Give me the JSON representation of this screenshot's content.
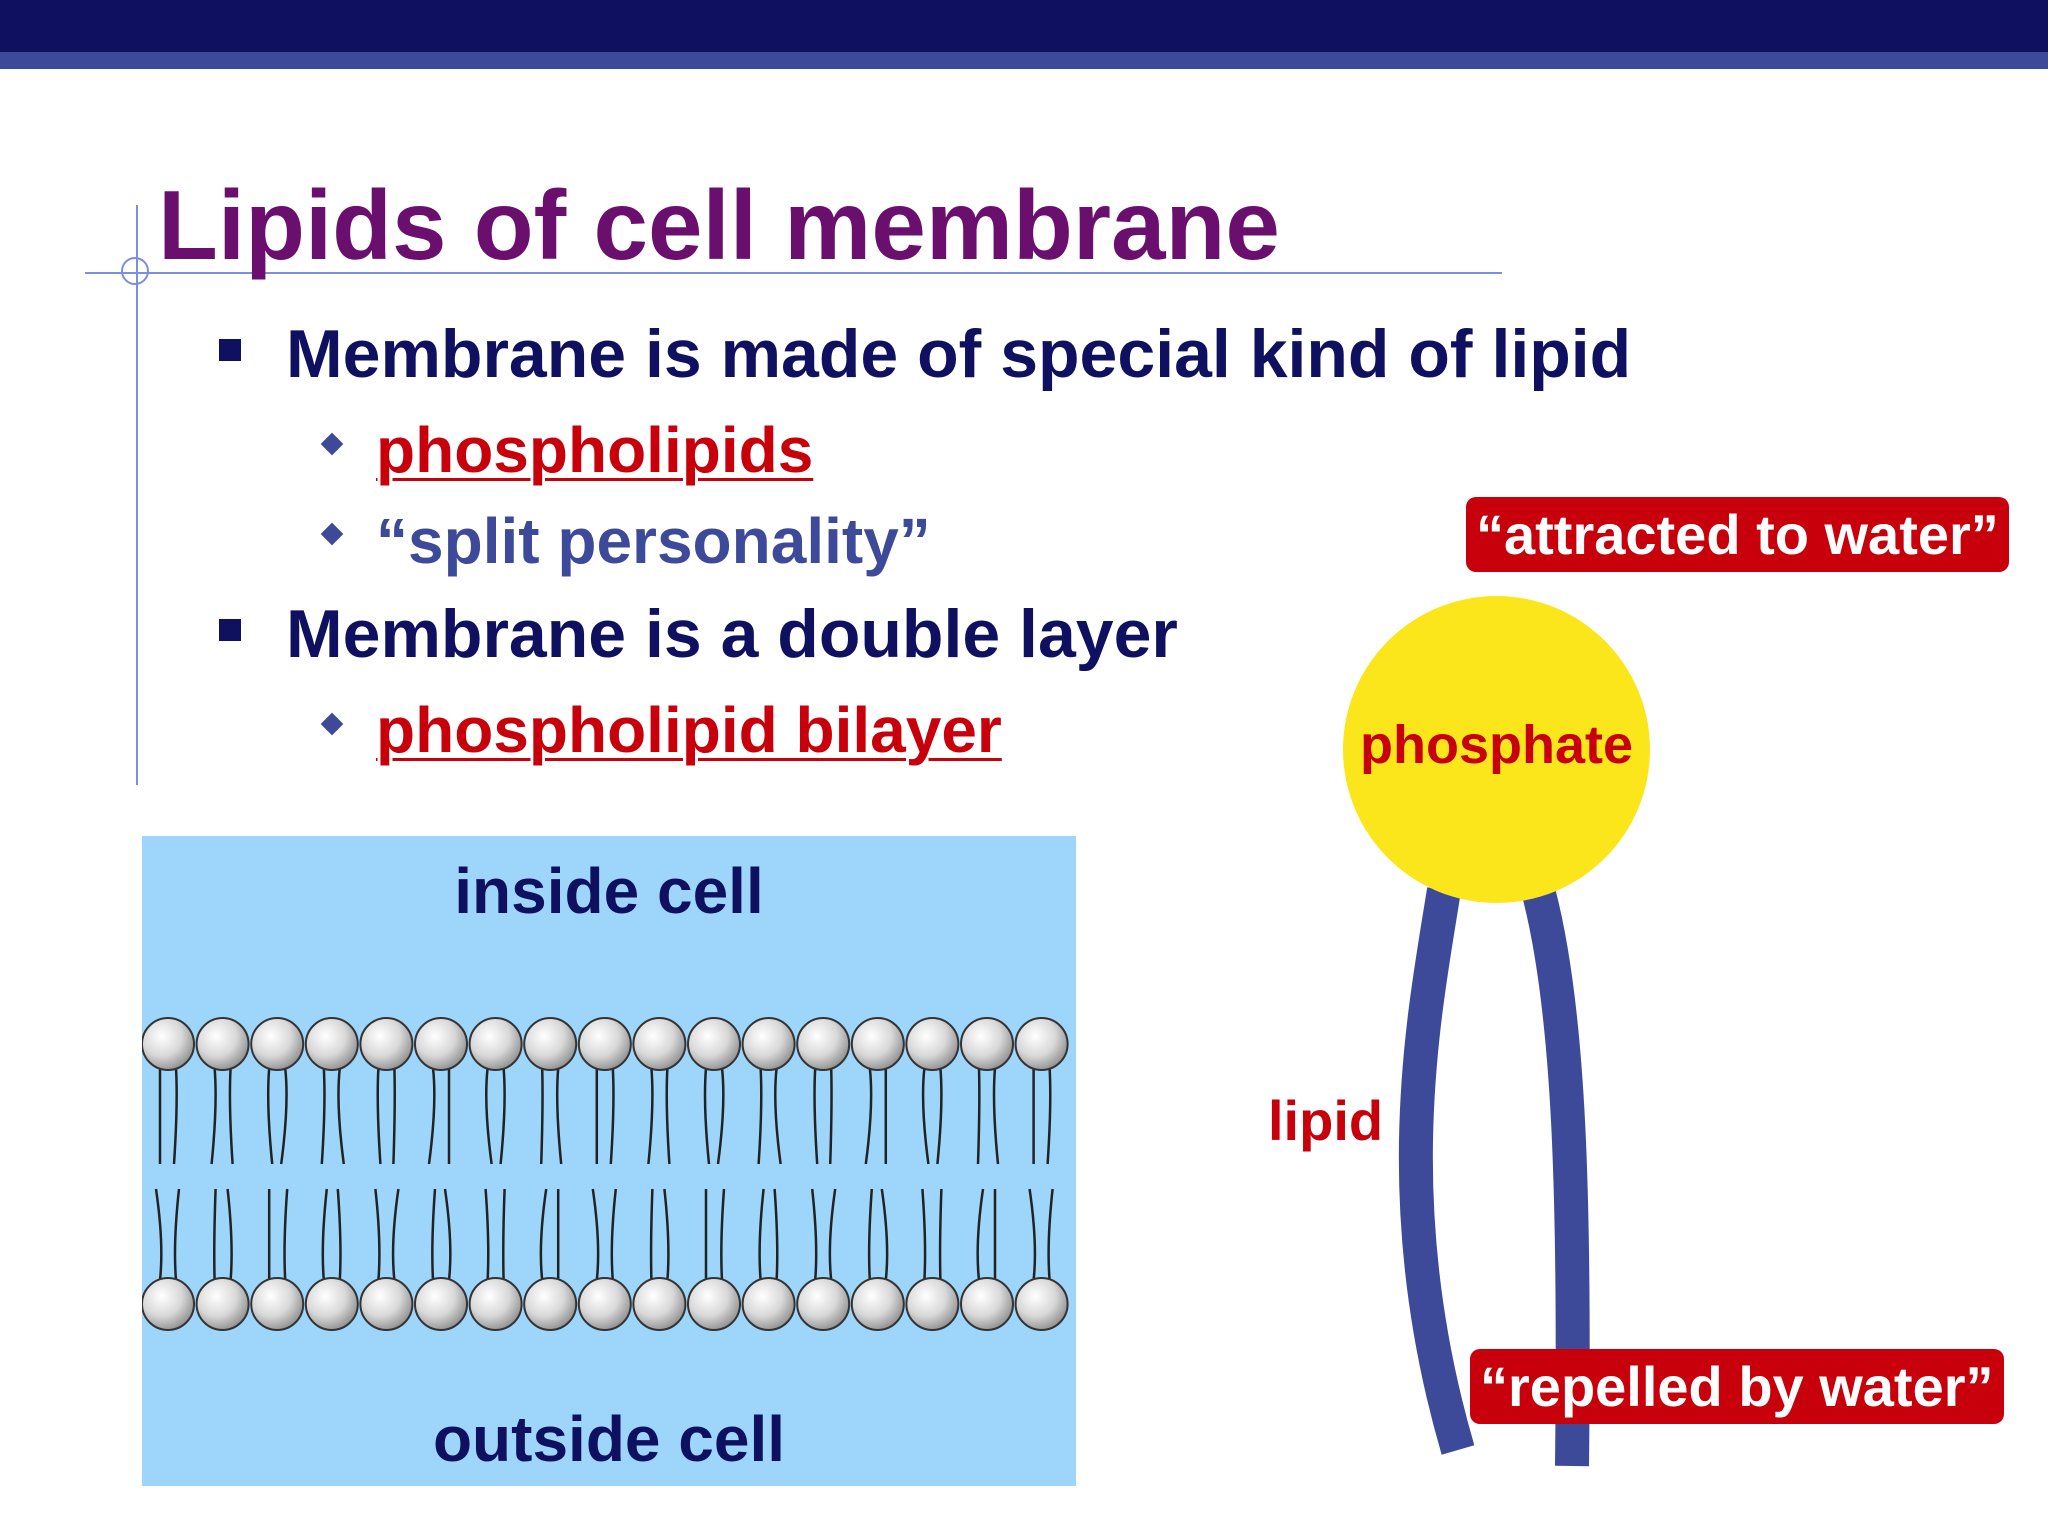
{
  "slide": {
    "title": "Lipids of cell membrane",
    "bullets": [
      {
        "text": "Membrane is made of special kind of lipid",
        "sub": [
          {
            "text": "phospholipids",
            "style": "red-underline"
          },
          {
            "text": "“split personality”",
            "style": "blue"
          }
        ]
      },
      {
        "text": "Membrane is a double layer",
        "sub": [
          {
            "text": "phospholipid bilayer",
            "style": "red-underline"
          }
        ]
      }
    ]
  },
  "bilayer_diagram": {
    "inside_label": "inside cell",
    "outside_label": "outside cell",
    "molecules_per_layer": 17
  },
  "phospholipid_diagram": {
    "head_label": "phosphate",
    "tail_label": "lipid",
    "head_callout": "“attracted to water”",
    "tail_callout": "“repelled by water”"
  },
  "colors": {
    "top_bar": "#0f1060",
    "title": "#6a0f6e",
    "bullet_text": "#0f1060",
    "accent_red": "#c8000b",
    "sub_blue": "#3d4a9a",
    "panel_blue": "#9ed5fb",
    "head_yellow": "#fbe61c",
    "tail_blue": "#3d4a9a"
  }
}
